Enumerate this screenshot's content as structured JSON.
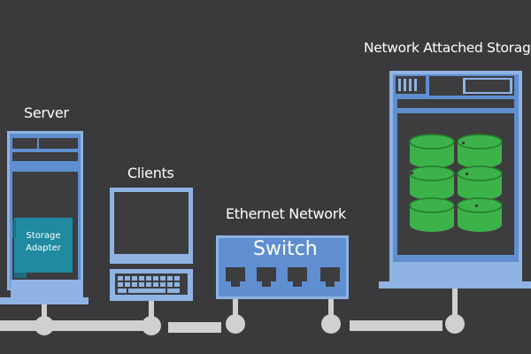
{
  "labels": {
    "server": "Server",
    "clients": "Clients",
    "ethernet": "Ethernet Network",
    "switch": "Switch",
    "nas": "Network Attached Storage",
    "adapter_line1": "Storage",
    "adapter_line2": "Adapter"
  },
  "colors": {
    "background": "#3a3a3c",
    "device_blue": "#5f8fd0",
    "device_light": "#8fb3e3",
    "screen_dark": "#3d3d3f",
    "adapter_teal": "#1f8aa0",
    "disk_green": "#3db24a",
    "disk_dark": "#237a2c",
    "cable": "#d0d0d0"
  },
  "icons": [
    "server-icon",
    "client-computer-icon",
    "switch-icon",
    "nas-icon",
    "disk-stack-icon"
  ]
}
